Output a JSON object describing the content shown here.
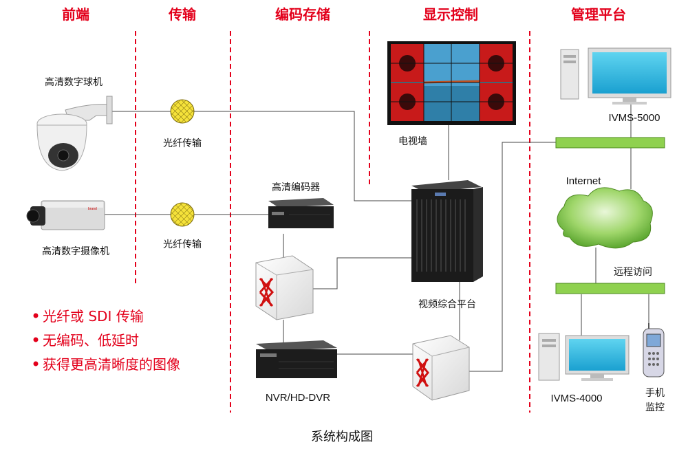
{
  "columns": [
    {
      "id": "frontend",
      "label": "前端"
    },
    {
      "id": "transmission",
      "label": "传输"
    },
    {
      "id": "encode-storage",
      "label": "编码存储"
    },
    {
      "id": "display-control",
      "label": "显示控制"
    },
    {
      "id": "management",
      "label": "管理平台"
    }
  ],
  "devices": {
    "dome_camera": "高清数字球机",
    "box_camera": "高清数字摄像机",
    "fiber_1": "光纤传输",
    "fiber_2": "光纤传输",
    "encoder": "高清编码器",
    "nvr": "NVR/HD-DVR",
    "video_wall": "电视墙",
    "platform": "视频综合平台",
    "ivms5000": "IVMS-5000",
    "internet": "Internet",
    "remote_access": "远程访问",
    "ivms4000": "IVMS-4000",
    "mobile_line1": "手机",
    "mobile_line2": "监控"
  },
  "bullets": [
    "光纤或 SDI 传输",
    "无编码、低延时",
    "获得更高清晰度的图像"
  ],
  "caption": "系统构成图",
  "colors": {
    "accent_red": "#e3001b",
    "bus_green": "#8fd14f",
    "cloud_green": "#7cc04a",
    "fiber_yellow": "#f5e23a"
  }
}
